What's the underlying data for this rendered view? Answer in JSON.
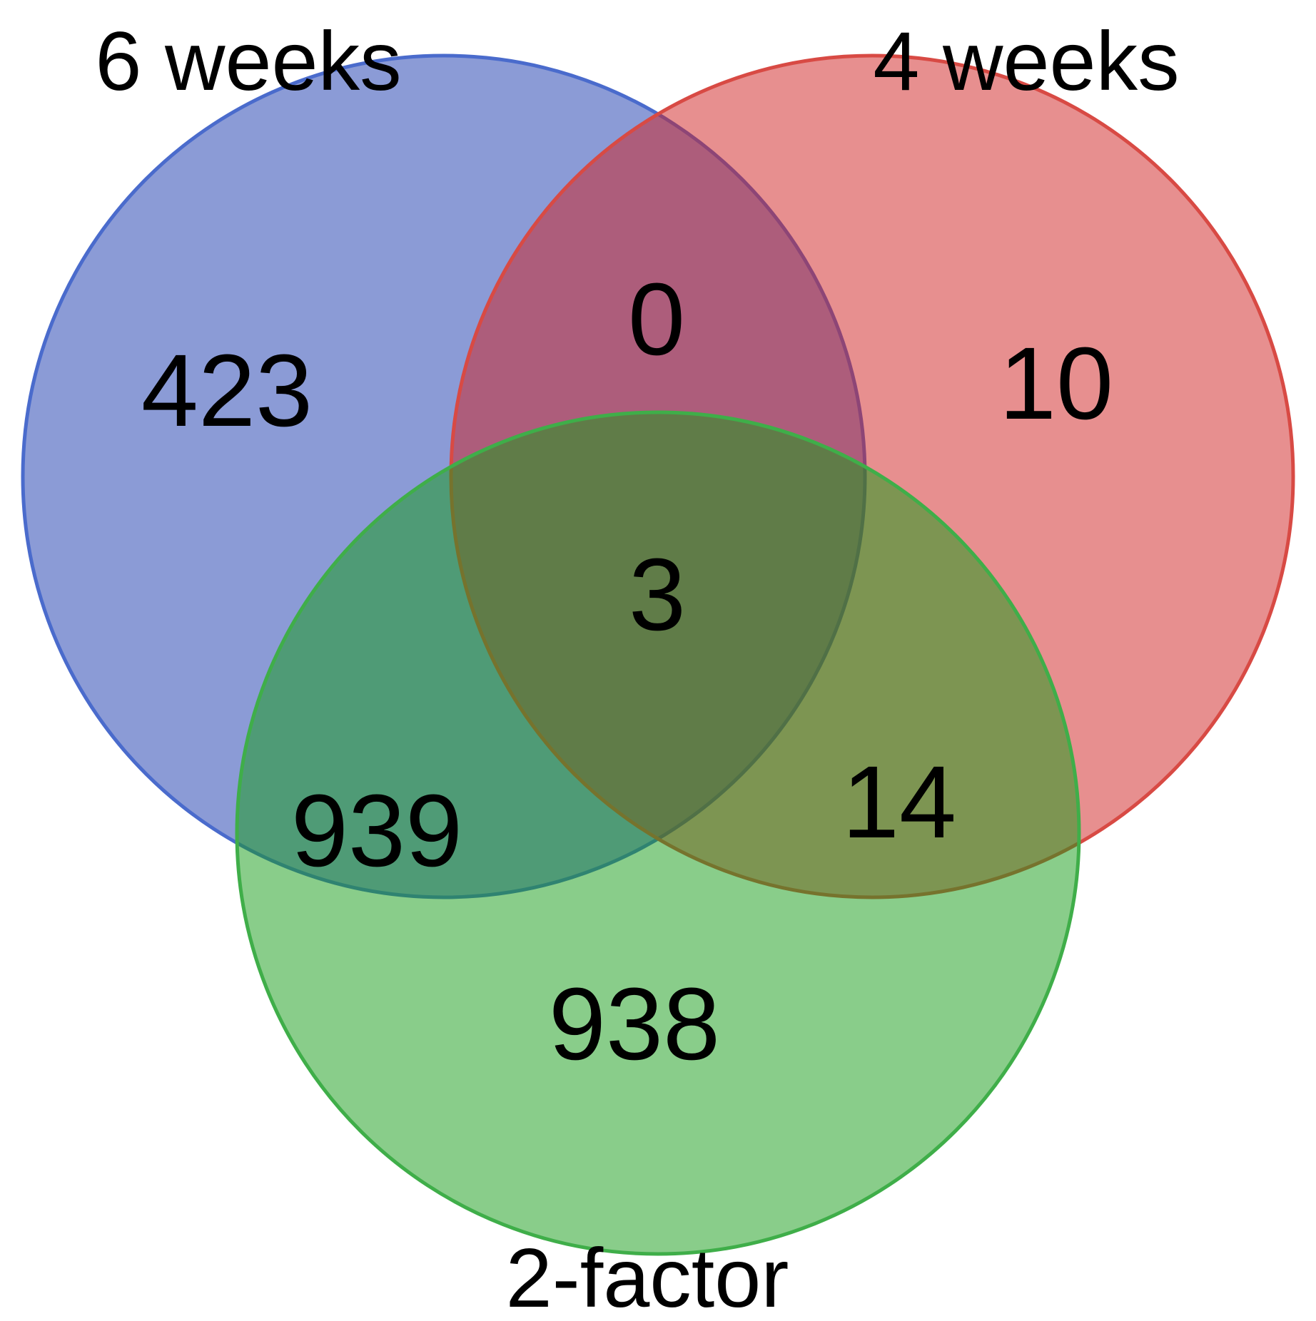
{
  "figure": {
    "background": "#FFFFFF",
    "text_color": "#000000"
  },
  "chart_data": {
    "type": "venn",
    "title": "",
    "legend_position": "labels-adjacent-to-circles",
    "sets": [
      {
        "label": "6 weeks",
        "fill_base": "#1737AD",
        "fill_opacity": 0.5,
        "rendered_fill": "#8B9BD6",
        "stroke": "#4A6BCC",
        "position": "top-left"
      },
      {
        "label": "4 weeks",
        "fill_base": "#CF1F1F",
        "fill_opacity": 0.5,
        "rendered_fill": "#E78F8F",
        "stroke": "#D84A44",
        "position": "top-right"
      },
      {
        "label": "2-factor",
        "fill_base": "#139B15",
        "fill_opacity": 0.5,
        "rendered_fill": "#89CD8A",
        "stroke": "#3FAE49",
        "position": "bottom-center"
      }
    ],
    "regions": [
      {
        "sets": [
          "6 weeks"
        ],
        "value": 423
      },
      {
        "sets": [
          "4 weeks"
        ],
        "value": 10
      },
      {
        "sets": [
          "2-factor"
        ],
        "value": 938
      },
      {
        "sets": [
          "6 weeks",
          "4 weeks"
        ],
        "value": 0
      },
      {
        "sets": [
          "6 weeks",
          "2-factor"
        ],
        "value": 939
      },
      {
        "sets": [
          "4 weeks",
          "2-factor"
        ],
        "value": 14
      },
      {
        "sets": [
          "6 weeks",
          "4 weeks",
          "2-factor"
        ],
        "value": 3
      }
    ],
    "overlap_rendered_colors": {
      "six_and_four": "#AD5D7B",
      "six_and_two_factor": "#4F9B75",
      "four_and_two_factor": "#7D9552",
      "all_three": "#607C47"
    }
  },
  "labels": {
    "six_weeks": "6 weeks",
    "four_weeks": "4 weeks",
    "two_factor": "2-factor"
  },
  "counts": {
    "six_only": "423",
    "four_only": "10",
    "two_only": "938",
    "six_four": "0",
    "six_two": "939",
    "four_two": "14",
    "all_three": "3"
  }
}
